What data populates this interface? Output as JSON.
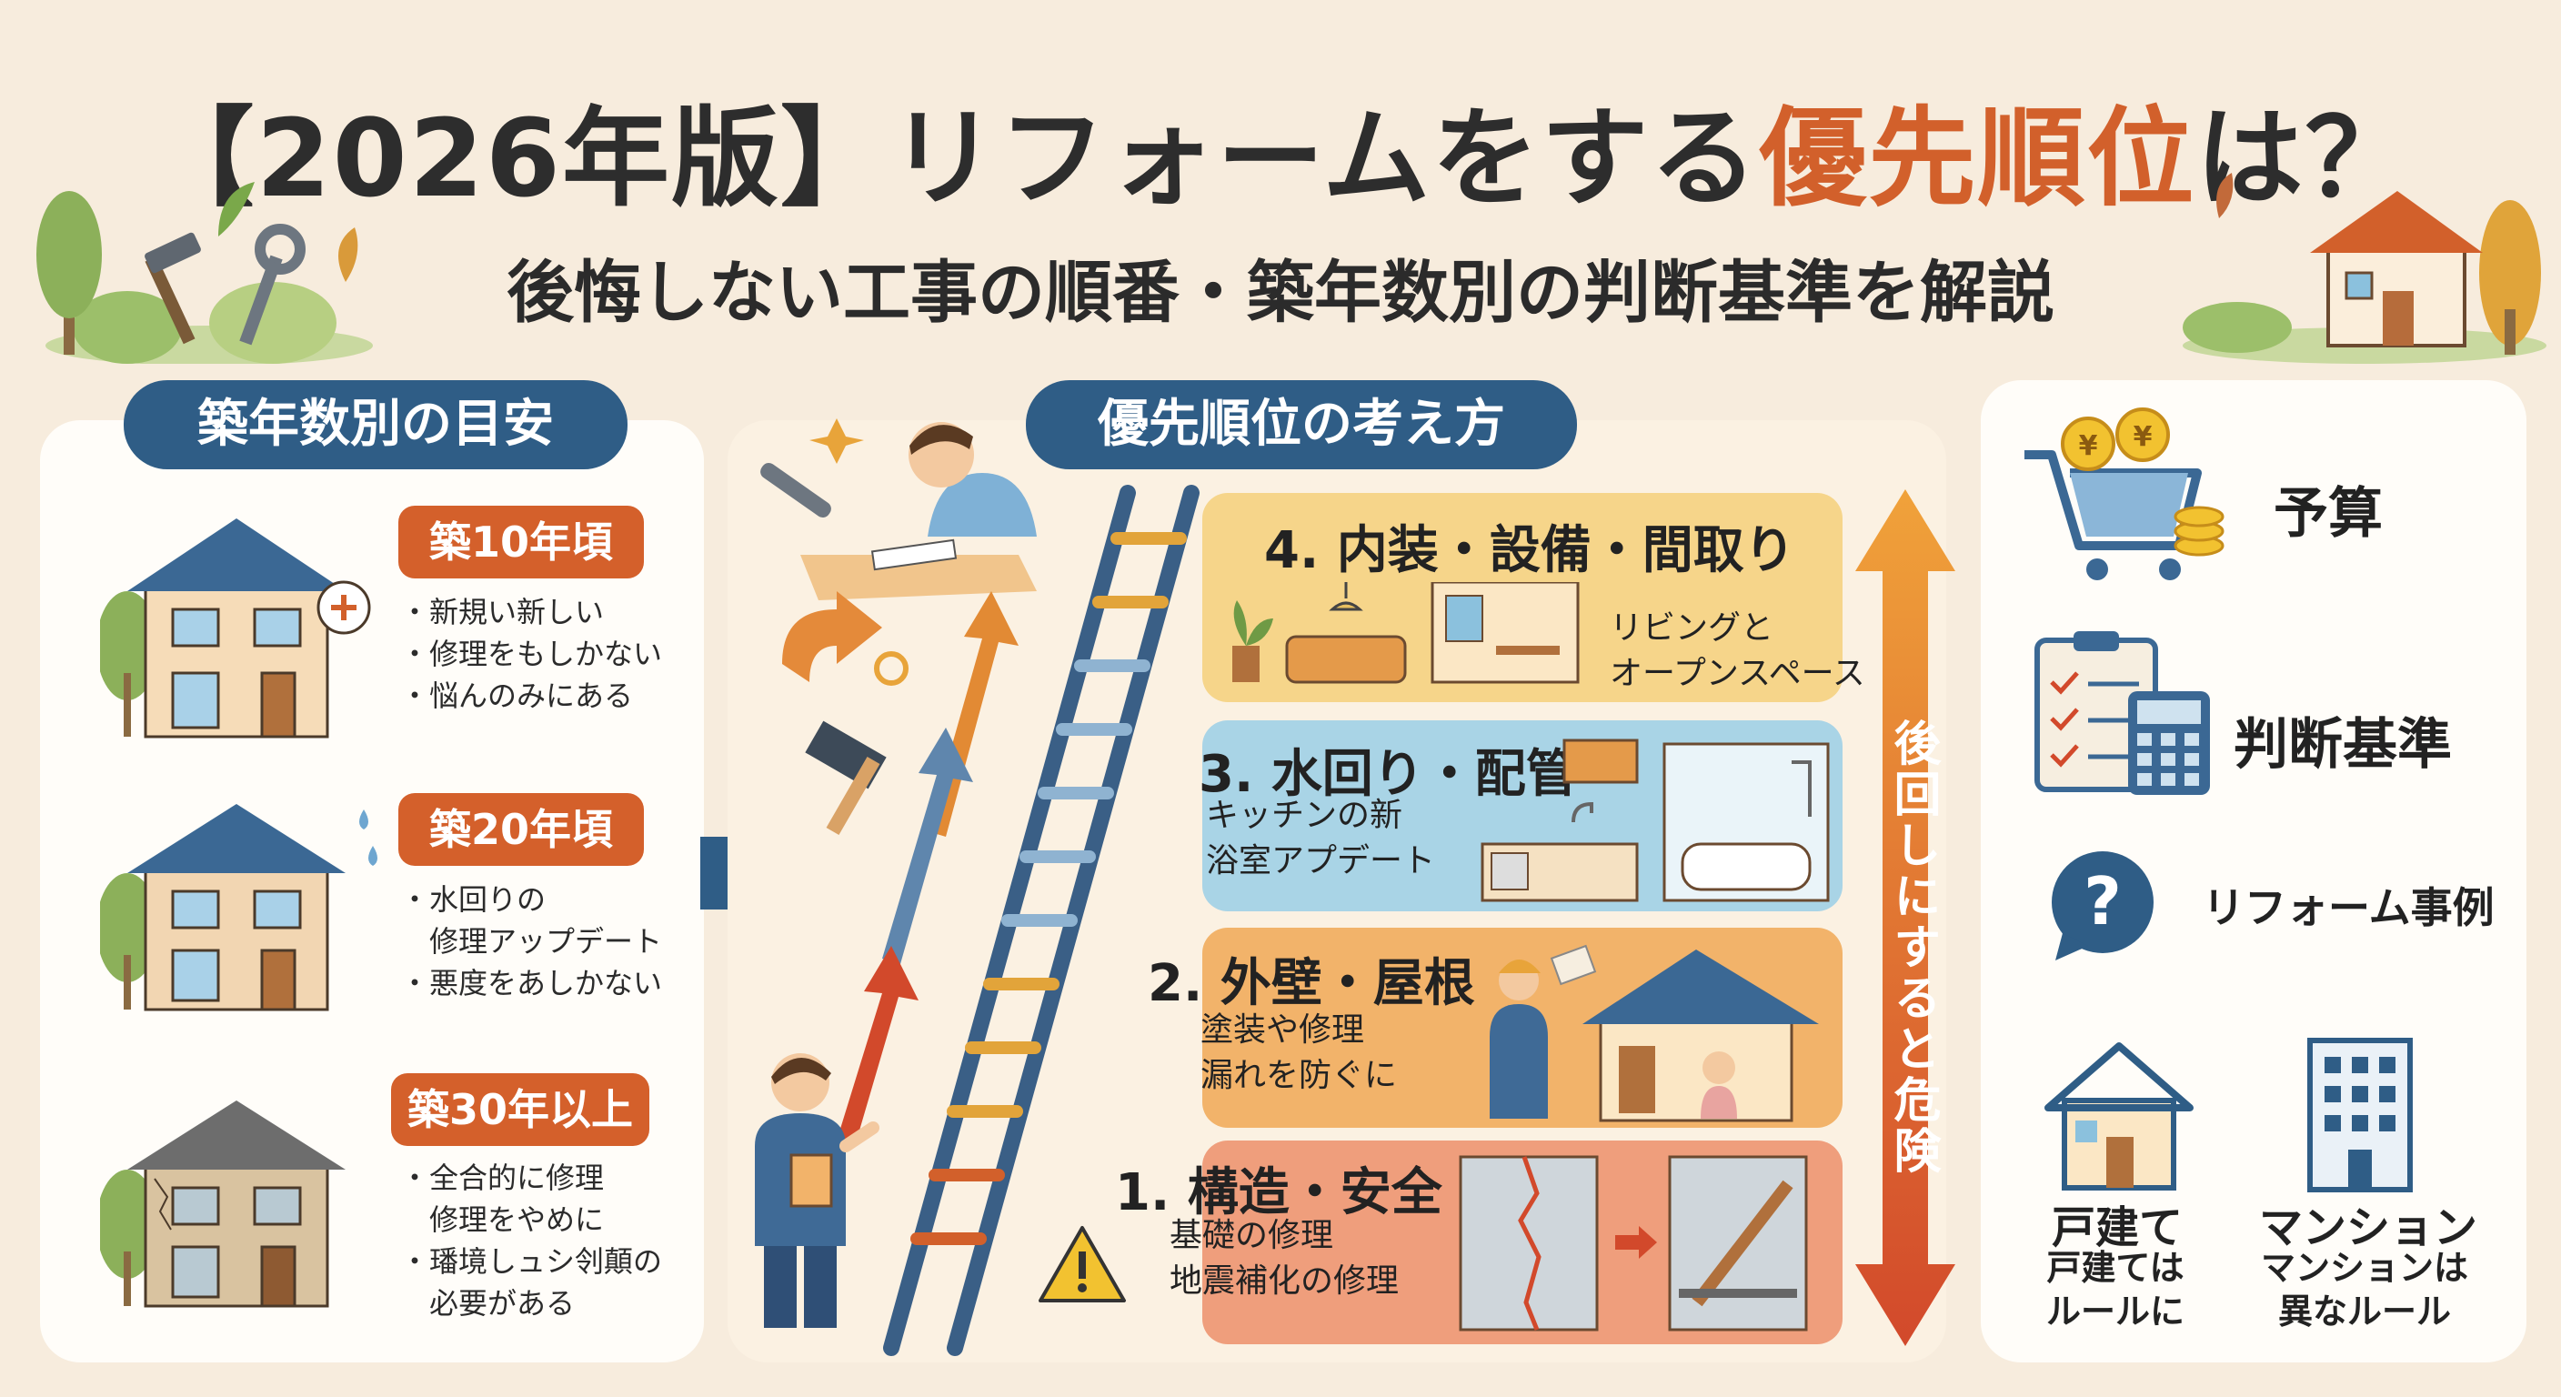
{
  "header": {
    "title_prefix": "【2026年版】リフォームをする",
    "title_highlight": "優先順位",
    "title_suffix": "は？",
    "subtitle": "後悔しない工事の順番・築年数別の判断基準を解説"
  },
  "left": {
    "heading": "築年数別の目安",
    "ages": [
      {
        "label": "築10年頃",
        "lines": [
          "・新規い新しい",
          "・修理をもしかない",
          "・悩んのみにある"
        ]
      },
      {
        "label": "築20年頃",
        "lines": [
          "・水回りの",
          "　修理アップデート",
          "・悪度をあしかない"
        ]
      },
      {
        "label": "築30年以上",
        "lines": [
          "・全合的に修理",
          "　修理をやめに",
          "・璠境しュシ刢顛の",
          "　必要がある"
        ]
      }
    ]
  },
  "center": {
    "heading": "優先順位の考え方",
    "bars": [
      {
        "title": "4. 内装・設備・間取り",
        "lines": [
          "リビングと",
          "オープンスペース"
        ],
        "color": "#f6d58a"
      },
      {
        "title": "3. 水回り・配管",
        "lines": [
          "キッチンの新",
          "浴室アプデート"
        ],
        "color": "#a9d4e6"
      },
      {
        "title": "2. 外壁・屋根",
        "lines": [
          "塗装や修理",
          "漏れを防ぐに"
        ],
        "color": "#f2b36a"
      },
      {
        "title": "1. 構造・安全",
        "lines": [
          "基礎の修理",
          "地震補化の修理"
        ],
        "color": "#ef9e7c"
      }
    ],
    "vertical_label": "後回しにすると危険"
  },
  "right": {
    "budget": "予算",
    "criteria": "判断基準",
    "cases": "リフォーム事例",
    "house_title": "戸建て",
    "house_lines": [
      "戸建ては",
      "ルールに"
    ],
    "mansion_title": "マンション",
    "mansion_lines": [
      "マンションは",
      "異なルール"
    ],
    "question_mark": "?",
    "yen": "¥"
  },
  "colors": {
    "accent": "#d2602b",
    "navy": "#2f5d86",
    "background": "#f7ecdd"
  }
}
